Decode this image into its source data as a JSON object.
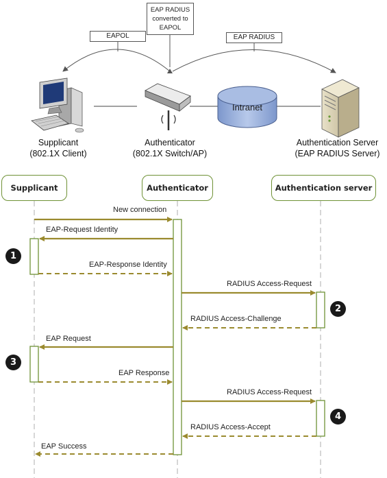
{
  "topology": {
    "tags": {
      "eapol": "EAPOL",
      "converted": "EAP RADIUS converted to EAPOL",
      "eap_radius": "EAP RADIUS"
    },
    "supplicant": {
      "line1": "Supplicant",
      "line2": "(802.1X Client)"
    },
    "authenticator": {
      "line1": "Authenticator",
      "line2": "(802.1X Switch/AP)"
    },
    "server": {
      "line1": "Authentication Server",
      "line2": "(EAP RADIUS Server)"
    },
    "intranet": "Intranet"
  },
  "sequence": {
    "actors": [
      "Supplicant",
      "Authenticator",
      "Authentication server"
    ],
    "messages": [
      {
        "label": "New connection",
        "from": "Supplicant",
        "to": "Authenticator",
        "style": "solid"
      },
      {
        "label": "EAP-Request Identity",
        "from": "Authenticator",
        "to": "Supplicant",
        "style": "solid"
      },
      {
        "label": "EAP-Response Identity",
        "from": "Supplicant",
        "to": "Authenticator",
        "style": "dashed"
      },
      {
        "label": "RADIUS Access-Request",
        "from": "Authenticator",
        "to": "Authentication server",
        "style": "solid"
      },
      {
        "label": "RADIUS Access-Challenge",
        "from": "Authentication server",
        "to": "Authenticator",
        "style": "dashed"
      },
      {
        "label": "EAP Request",
        "from": "Authenticator",
        "to": "Supplicant",
        "style": "solid"
      },
      {
        "label": "EAP Response",
        "from": "Supplicant",
        "to": "Authenticator",
        "style": "dashed"
      },
      {
        "label": "RADIUS Access-Request",
        "from": "Authenticator",
        "to": "Authentication server",
        "style": "solid"
      },
      {
        "label": "RADIUS Access-Accept",
        "from": "Authentication server",
        "to": "Authenticator",
        "style": "dashed"
      },
      {
        "label": "EAP Success",
        "from": "Authenticator",
        "to": "Supplicant",
        "style": "dashed"
      }
    ],
    "steps": [
      "1",
      "2",
      "3",
      "4"
    ]
  },
  "colors": {
    "arrow": "#9a8a2e",
    "actor_border": "#6e9135",
    "lifeline": "#c0c0c0",
    "intranet": "#8ea7d6"
  }
}
